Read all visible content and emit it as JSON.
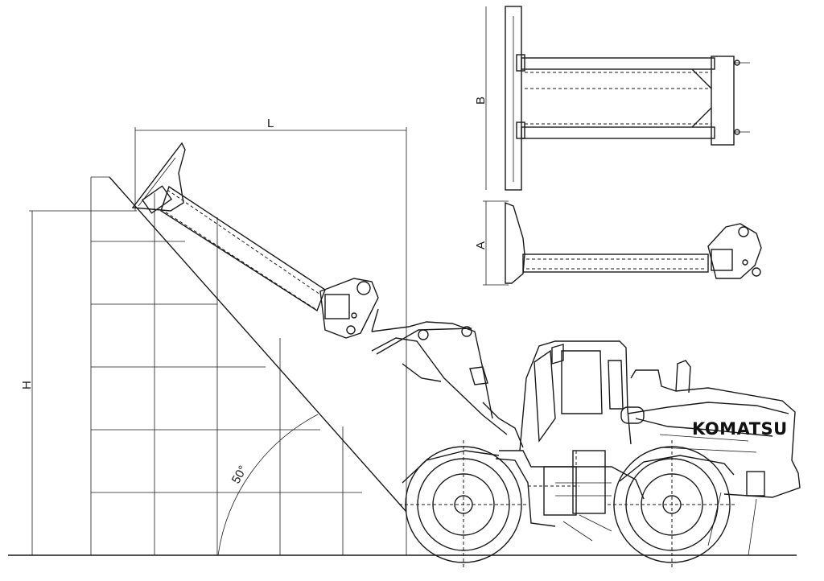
{
  "labels": {
    "length": "L",
    "height": "H",
    "angle": "50°",
    "width_b": "B",
    "width_a": "A",
    "brand": "KOMATSU"
  }
}
